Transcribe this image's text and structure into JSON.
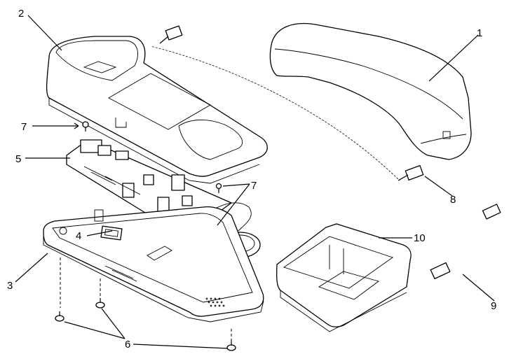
{
  "labels": {
    "c1": "1",
    "c2": "2",
    "c3": "3",
    "c4": "4",
    "c5": "5",
    "c6": "6",
    "c7a": "7",
    "c7b": "7",
    "c8": "8",
    "c9": "9",
    "c10": "10"
  }
}
